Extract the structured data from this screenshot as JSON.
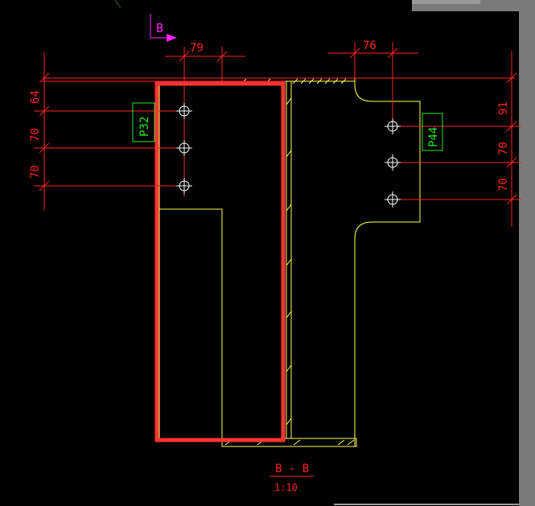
{
  "view": {
    "section_marker": "B",
    "section_title": "B - B",
    "scale": "1:10"
  },
  "dimensions": {
    "top_left": "79",
    "top_right": "76",
    "left_1": "64",
    "left_2": "70",
    "left_3": "70",
    "right_1": "91",
    "right_2": "70",
    "right_3": "70"
  },
  "labels": {
    "plate_left": "P32",
    "plate_right": "P44"
  },
  "colors": {
    "background": "#000000",
    "dimension": "#ff2222",
    "outline": "#ffff55",
    "label": "#22ee22",
    "marker": "#ff22ff",
    "selection": "#ff3333",
    "chrome": "#7a7a7a"
  }
}
